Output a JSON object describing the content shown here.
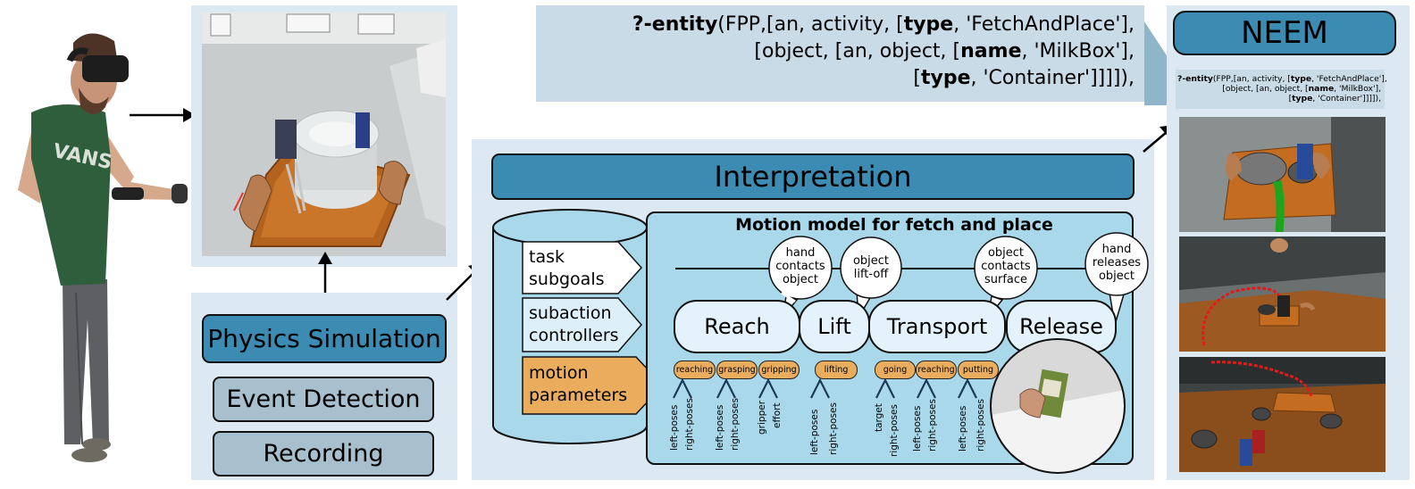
{
  "simulation": {
    "physics_label": "Physics Simulation",
    "event_label": "Event Detection",
    "recording_label": "Recording"
  },
  "query": {
    "line1_a": "?-entity",
    "line1_b": "(FPP,[an, activity, [",
    "line1_c": "type",
    "line1_d": ", 'FetchAndPlace'],",
    "line2_a": "[object, [an, object, [",
    "line2_b": "name",
    "line2_c": ", 'MilkBox'],",
    "line3_a": "[",
    "line3_b": "type",
    "line3_c": ", 'Container']]]]),"
  },
  "interpretation": {
    "title": "Interpretation",
    "cylinder_items": [
      {
        "line1": "task",
        "line2": "subgoals"
      },
      {
        "line1": "subaction",
        "line2": "controllers"
      },
      {
        "line1": "motion",
        "line2": "parameters"
      }
    ]
  },
  "motion_model": {
    "title": "Motion model for fetch and place",
    "events": [
      {
        "l1": "hand",
        "l2": "contacts",
        "l3": "object"
      },
      {
        "l1": "object",
        "l2": "lift-off",
        "l3": ""
      },
      {
        "l1": "object",
        "l2": "contacts",
        "l3": "surface"
      },
      {
        "l1": "hand",
        "l2": "releases",
        "l3": "object"
      }
    ],
    "phases": [
      "Reach",
      "Lift",
      "Transport",
      "Release"
    ],
    "pills": [
      "reaching",
      "grasping",
      "gripping",
      "lifting",
      "going",
      "reaching",
      "putting"
    ],
    "params": [
      "left-poses",
      "right-poses",
      "left-poses",
      "right-poses",
      "gripper",
      "effort",
      "left-poses",
      "right-poses",
      "target",
      "right-poses",
      "left-poses",
      "right-poses",
      "left-poses",
      "right-poses"
    ]
  },
  "neem": {
    "title": "NEEM"
  },
  "colors": {
    "panel": "#dde9f2",
    "dark_box": "#3b8bb3",
    "gray_box": "#a8bfcd",
    "motion_bg": "#a9d8ea",
    "bubble": "#e4f3fb",
    "orange": "#e9ad5d",
    "trajectory_red": "#e01b1b",
    "trajectory_green": "#1ea51e"
  }
}
